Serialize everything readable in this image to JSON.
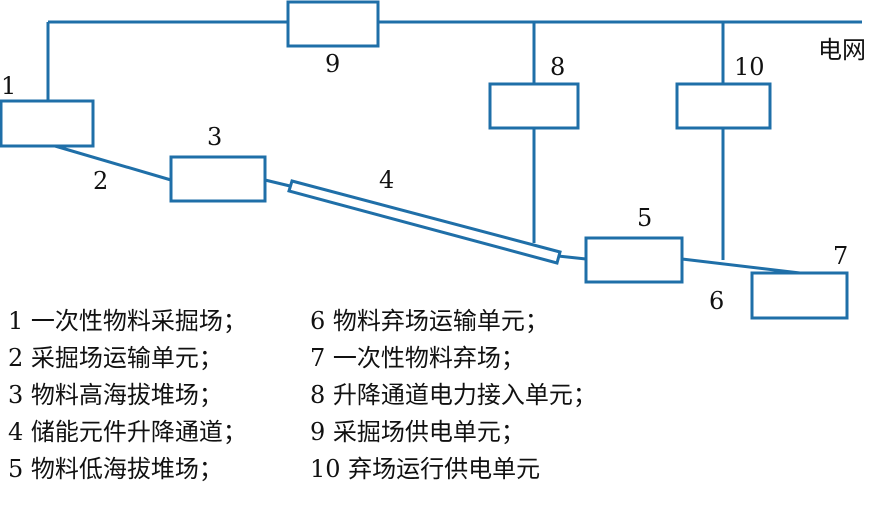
{
  "colors": {
    "line": "#1f6fa8",
    "text": "#111111",
    "background": "#ffffff"
  },
  "diagram": {
    "grid_label": "电网",
    "labels": {
      "n1": "1",
      "n2": "2",
      "n3": "3",
      "n4": "4",
      "n5": "5",
      "n6": "6",
      "n7": "7",
      "n8": "8",
      "n9": "9",
      "n10": "10"
    }
  },
  "legend": {
    "left": [
      "1 一次性物料采掘场；",
      "2 采掘场运输单元；",
      "3 物料高海拔堆场；",
      "4 储能元件升降通道；",
      "5 物料低海拔堆场；"
    ],
    "right": [
      "6 物料弃场运输单元；",
      "7 一次性物料弃场；",
      "8 升降通道电力接入单元；",
      "9 采掘场供电单元；",
      "10 弃场运行供电单元"
    ]
  }
}
